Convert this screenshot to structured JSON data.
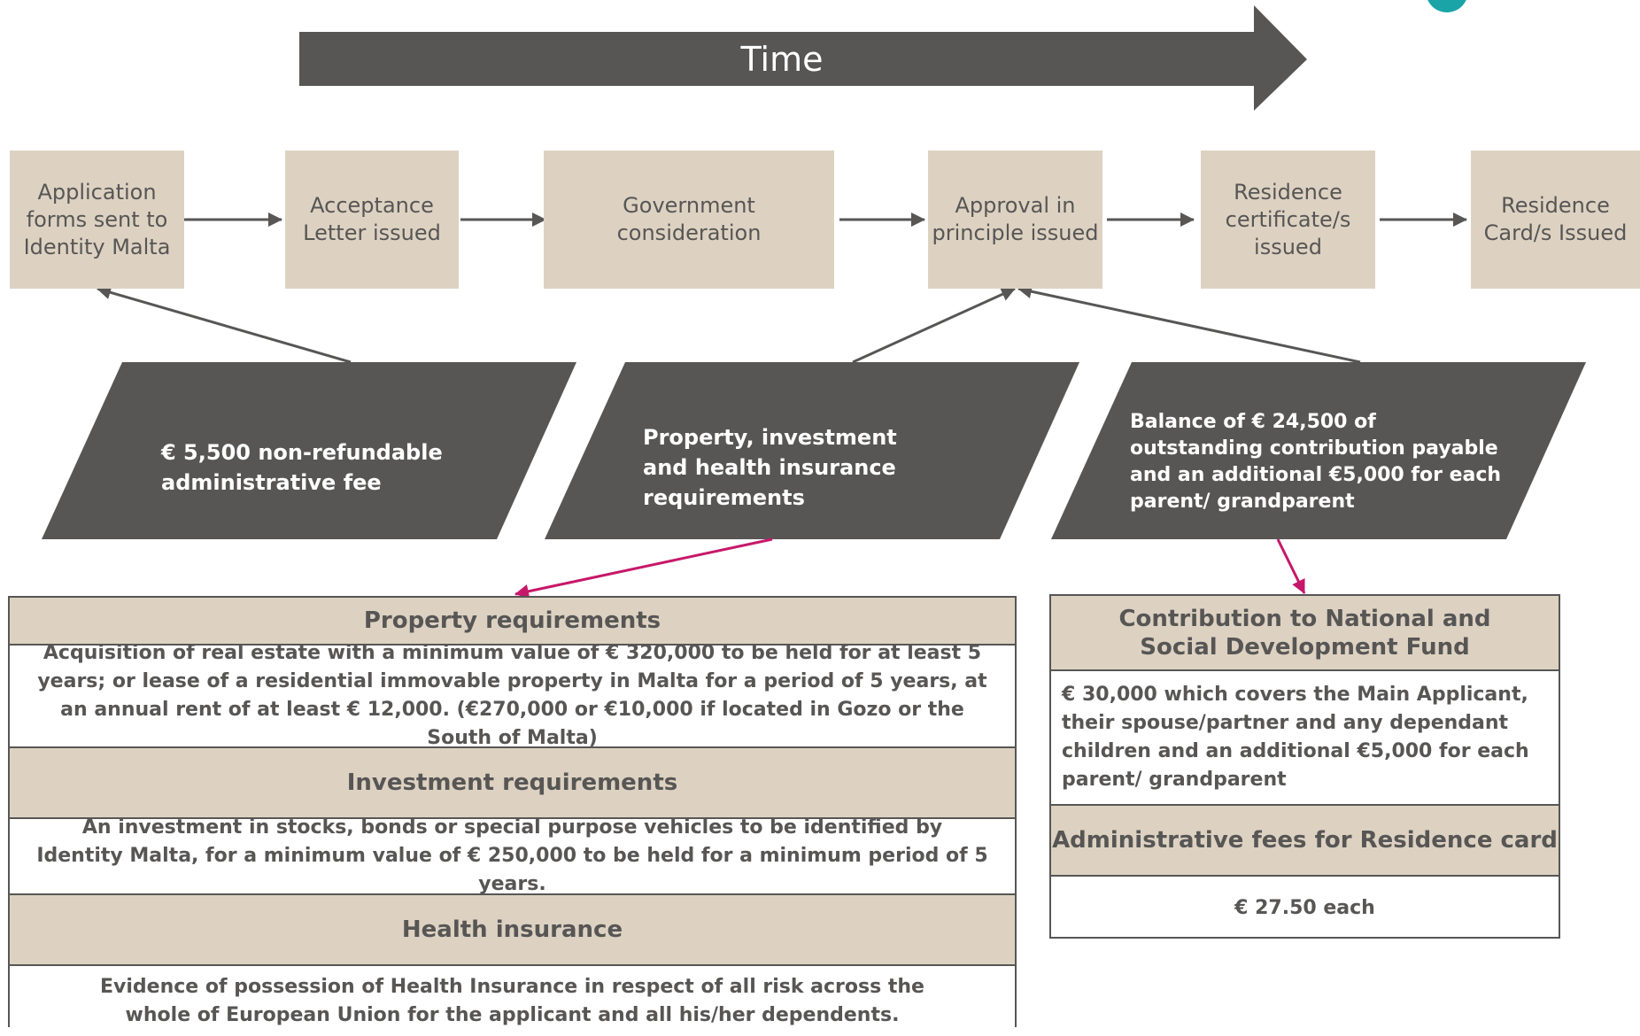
{
  "timeline": {
    "label": "Time"
  },
  "steps": [
    "Application forms sent to Identity Malta",
    "Acceptance Letter issued",
    "Government consideration",
    "Approval in principle issued",
    "Residence certificate/s issued",
    "Residence Card/s Issued"
  ],
  "payments": [
    "€ 5,500 non-refundable administrative fee",
    "Property, investment and health insurance requirements",
    "Balance of € 24,500 of outstanding contribution payable and an additional €5,000 for each parent/ grandparent"
  ],
  "requirements_table": {
    "property_title": "Property requirements",
    "property_text": "Acquisition of real estate with a minimum value of € 320,000 to be held for at least 5 years; or lease of a residential immovable property in Malta for a period of 5 years, at an annual rent of at least € 12,000. (€270,000 or €10,000 if located in Gozo or the South of Malta)",
    "investment_title": "Investment requirements",
    "investment_text": "An investment in stocks, bonds or special purpose vehicles to be identified by Identity Malta, for a minimum value of € 250,000 to be held for a minimum period of 5 years.",
    "health_title": "Health insurance",
    "health_text": "Evidence of possession of Health Insurance in respect of all risk across the whole of European Union for the applicant and all his/her dependents."
  },
  "contribution_table": {
    "fund_title": "Contribution to National and Social Development Fund",
    "fund_text": "€ 30,000 which covers the Main Applicant, their spouse/partner and any dependant children and an additional €5,000 for each parent/ grandparent",
    "fees_title": "Administrative fees for Residence card",
    "fees_text": "€ 27.50 each"
  },
  "colors": {
    "dark": "#575655",
    "beige": "#ddd2c2",
    "accent": "#c6186a",
    "logo": "#1aa4a8"
  }
}
